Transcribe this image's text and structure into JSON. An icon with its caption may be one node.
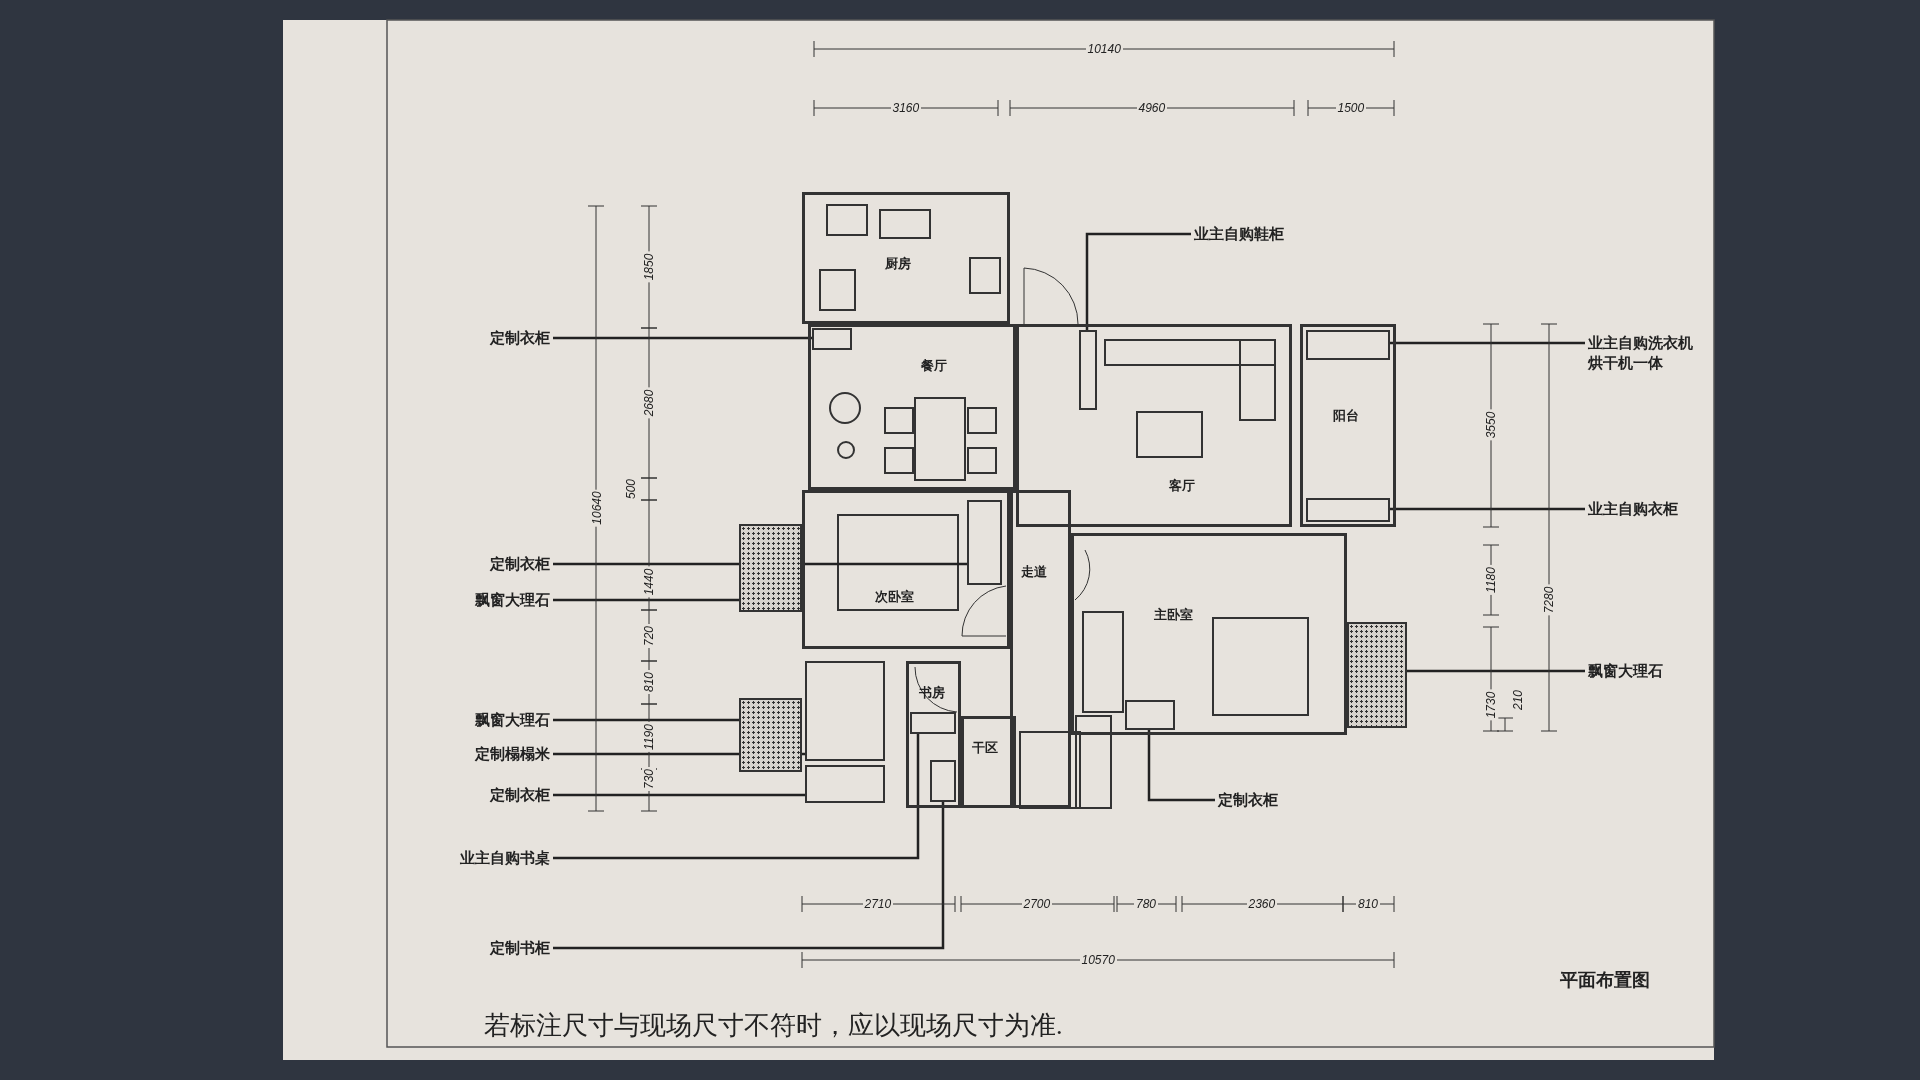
{
  "diagram": {
    "title": "平面布置图",
    "caption": "若标注尺寸与现场尺寸不符时，应以现场尺寸为准.",
    "nodes": [
      {
        "text": [
          "厨房"
        ]
      },
      {
        "text": [
          "餐厅"
        ]
      },
      {
        "text": [
          "客厅"
        ]
      },
      {
        "text": [
          "阳台"
        ]
      },
      {
        "text": [
          "次卧室"
        ]
      },
      {
        "text": [
          "走道"
        ]
      },
      {
        "text": [
          "主卧室"
        ]
      },
      {
        "text": [
          "书房"
        ]
      },
      {
        "text": [
          "干区"
        ]
      },
      {
        "text": [
          "业主自购鞋柜"
        ]
      },
      {
        "text": [
          "定制衣柜"
        ]
      },
      {
        "text": [
          "业主自购洗衣机烘干机一体"
        ]
      },
      {
        "text": [
          "业主自购衣柜"
        ]
      },
      {
        "text": [
          "定制衣柜"
        ]
      },
      {
        "text": [
          "飘窗大理石"
        ]
      },
      {
        "text": [
          "飘窗大理石"
        ]
      },
      {
        "text": [
          "飘窗大理石"
        ]
      },
      {
        "text": [
          "定制榻榻米"
        ]
      },
      {
        "text": [
          "定制衣柜"
        ]
      },
      {
        "text": [
          "定制衣柜"
        ]
      },
      {
        "text": [
          "业主自购书桌"
        ]
      },
      {
        "text": [
          "定制书柜"
        ]
      },
      {
        "text": [],
        "shape": "box",
        "in": 2
      },
      {
        "text": [],
        "shape": "box",
        "in": 1
      },
      {
        "text": [],
        "shape": "box",
        "in": 3
      },
      {
        "text": [],
        "shape": "box",
        "in": 3
      },
      {
        "text": [],
        "shape": "box",
        "in": 4
      },
      {
        "text": [],
        "shape": "box"
      },
      {
        "text": [],
        "shape": "box"
      },
      {
        "text": [],
        "shape": "box"
      },
      {
        "text": [],
        "shape": "box"
      },
      {
        "text": [],
        "shape": "box"
      },
      {
        "text": [],
        "shape": "box",
        "in": 6
      },
      {
        "text": [],
        "shape": "box",
        "in": 7
      },
      {
        "text": [],
        "shape": "box",
        "in": 7
      }
    ],
    "edges": [
      {
        "from": 9,
        "to": 22,
        "arrow": "none"
      },
      {
        "from": 10,
        "to": 23,
        "arrow": "none"
      },
      {
        "from": 11,
        "to": 24,
        "arrow": "none"
      },
      {
        "from": 12,
        "to": 25,
        "arrow": "none"
      },
      {
        "from": 13,
        "to": 26,
        "arrow": "none"
      },
      {
        "from": 14,
        "to": 27,
        "arrow": "none"
      },
      {
        "from": 15,
        "to": 28,
        "arrow": "none"
      },
      {
        "from": 16,
        "to": 29,
        "arrow": "none"
      },
      {
        "from": 17,
        "to": 30,
        "arrow": "none"
      },
      {
        "from": 18,
        "to": 31,
        "arrow": "none"
      },
      {
        "from": 19,
        "to": 32,
        "arrow": "none"
      },
      {
        "from": 20,
        "to": 33,
        "arrow": "none"
      },
      {
        "from": 21,
        "to": 34,
        "arrow": "none"
      }
    ],
    "labels": [
      "10140",
      "3160",
      "4960",
      "1500",
      "1850",
      "2680",
      "500",
      "10640",
      "1440",
      "720",
      "810",
      "1190",
      "730",
      "3550",
      "7280",
      "1180",
      "1730",
      "210",
      "2710",
      "2700",
      "780",
      "2360",
      "810",
      "10570"
    ]
  }
}
